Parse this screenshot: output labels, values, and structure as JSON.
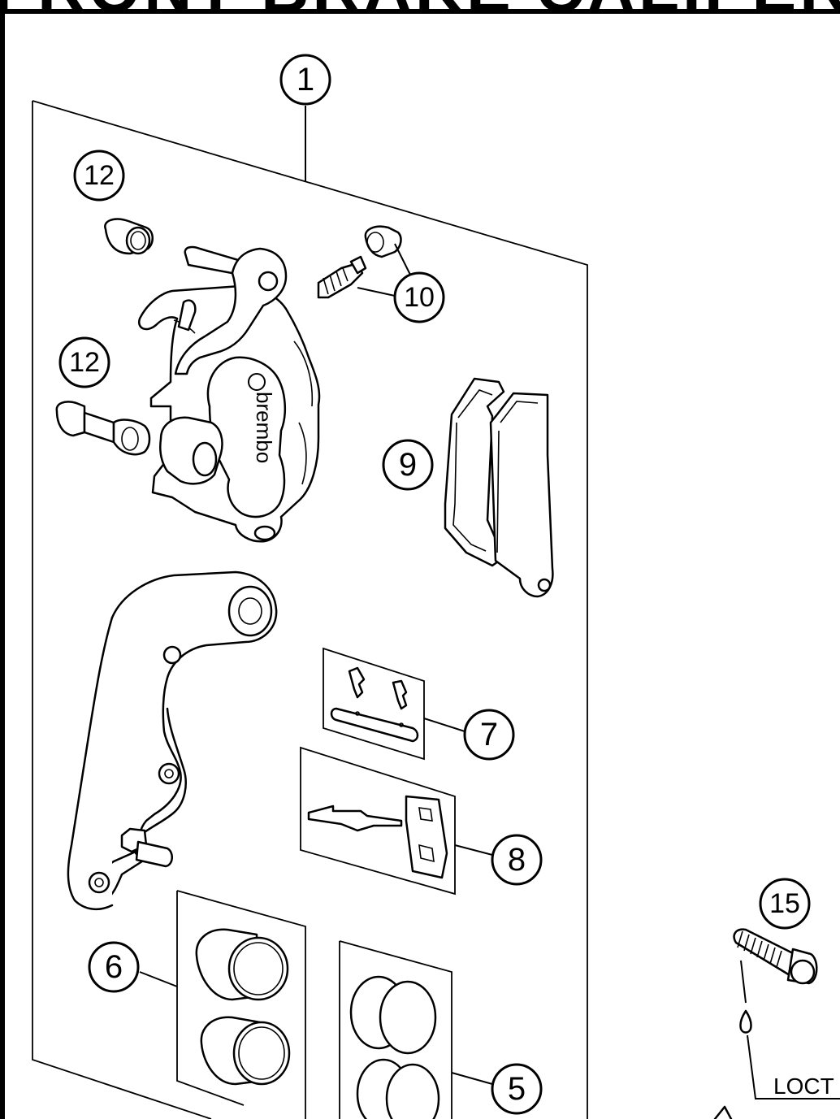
{
  "title": "FRONT BRAKE CALIPER",
  "callouts": {
    "c1": "1",
    "c5": "5",
    "c6": "6",
    "c7": "7",
    "c8": "8",
    "c9": "9",
    "c10": "10",
    "c12a": "12",
    "c12b": "12",
    "c15": "15"
  },
  "caliper_logo": "brembo",
  "loctite_label": "LOCT"
}
